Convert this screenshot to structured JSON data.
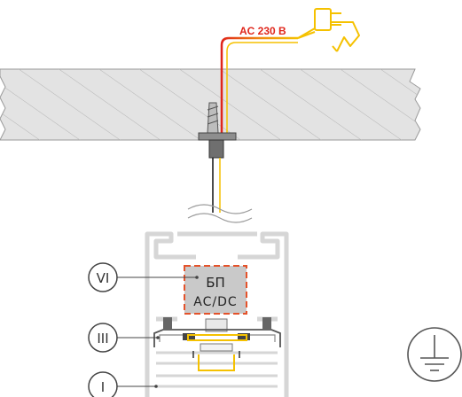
{
  "power_label": "AC 230 B",
  "psu": {
    "line1": "БП",
    "line2": "AC/DC"
  },
  "markers": [
    {
      "id": "vi",
      "text": "VI"
    },
    {
      "id": "iii",
      "text": "III"
    },
    {
      "id": "i",
      "text": "I"
    }
  ],
  "icons": {
    "ground": "ground-symbol-icon",
    "plug": "power-plug-icon",
    "screw": "ceiling-screw-icon"
  },
  "colors": {
    "wire_yellow": "#f5c100",
    "wire_red": "#e0261b",
    "psu_fill": "#c9c9c9",
    "psu_dash": "#e4522a",
    "ceiling_fill": "#d8d8d8",
    "profile": "#d6d6d6"
  }
}
